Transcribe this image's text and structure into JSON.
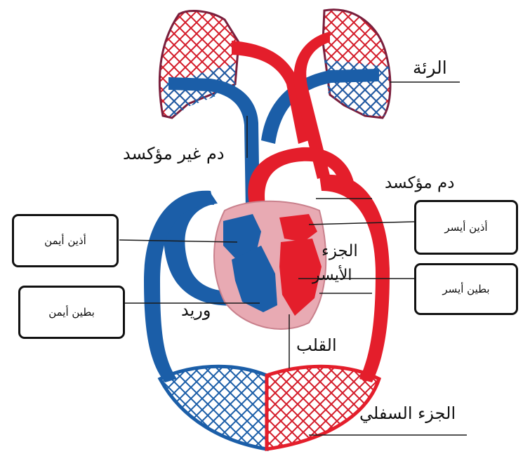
{
  "diagram": {
    "labels": {
      "lung": "الرئة",
      "deoxygenated_blood": "دم غير مؤكسد",
      "oxygenated_blood": "دم مؤكسد",
      "left_side_line1": "الجزء",
      "left_side_line2": "الأيسر",
      "vein": "وريد",
      "heart": "القلب",
      "lower_body": "الجزء السفلي"
    },
    "boxes": {
      "right_atrium": "أذين أيمن",
      "right_ventricle": "بطين أيمن",
      "left_atrium": "أذين أيسر",
      "left_ventricle": "بطين أيسر"
    },
    "colors": {
      "oxygenated": "#e41e2b",
      "deoxygenated": "#1b5ea8",
      "heart_tissue": "#e8aab3",
      "lung_outline": "#7a1f3d"
    }
  }
}
